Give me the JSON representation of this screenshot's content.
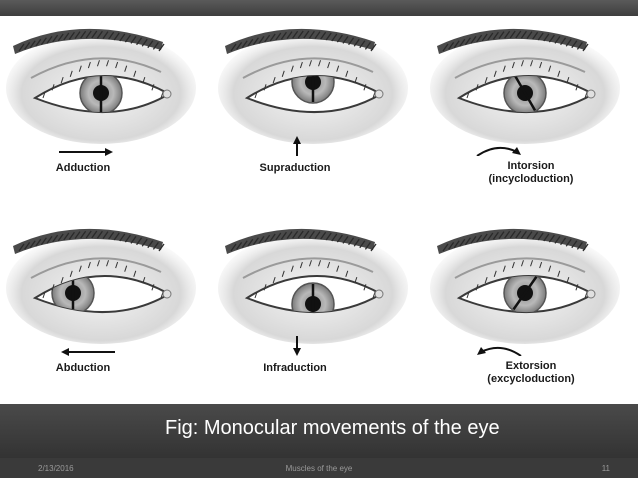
{
  "panels": [
    {
      "id": "adduction",
      "label_lines": [
        "Adduction"
      ],
      "arrow": "right",
      "pupil": "inner"
    },
    {
      "id": "supraduction",
      "label_lines": [
        "Supraduction"
      ],
      "arrow": "up",
      "pupil": "up"
    },
    {
      "id": "intorsion",
      "label_lines": [
        "Intorsion",
        "(incycloduction)"
      ],
      "arrow": "curve-right",
      "pupil": "rot-in"
    },
    {
      "id": "abduction",
      "label_lines": [
        "Abduction"
      ],
      "arrow": "left",
      "pupil": "outer"
    },
    {
      "id": "infraduction",
      "label_lines": [
        "Infraduction"
      ],
      "arrow": "down",
      "pupil": "down"
    },
    {
      "id": "extorsion",
      "label_lines": [
        "Extorsion",
        "(excycloduction)"
      ],
      "arrow": "curve-left",
      "pupil": "rot-out"
    }
  ],
  "caption": "Fig: Monocular movements of the eye",
  "footer": {
    "date": "2/13/2016",
    "title": "Muscles of the eye",
    "slide_number": "11"
  }
}
